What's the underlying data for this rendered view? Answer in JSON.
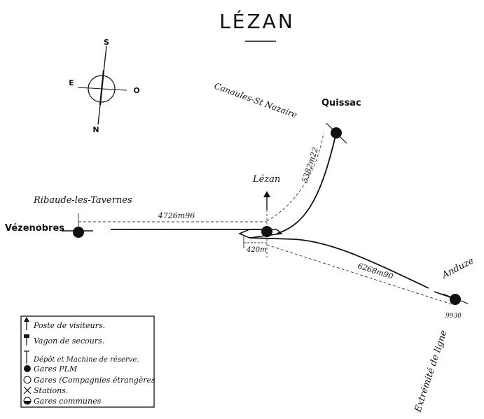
{
  "title": "LÉZAN",
  "compass": {
    "north": "N",
    "south": "S",
    "east": "E",
    "west": "O"
  },
  "places": {
    "vezenobres": "Vézenobres",
    "ribaute": "Ribaude-les-Tavernes",
    "lezan": "Lézan",
    "canaules": "Canaules-St Nazaire",
    "quissac": "Quissac",
    "anduze": "Anduze",
    "extremite": "Extrémité de ligne"
  },
  "distances": {
    "to_vezenobres": "4726m96",
    "to_quissac": "5382m22",
    "to_anduze": "6268m90",
    "local": "420m",
    "anduze_small": "9930"
  },
  "legend": [
    {
      "symbol": "poste",
      "label": "Poste de visiteurs."
    },
    {
      "symbol": "vagon",
      "label": "Vagon de secours."
    },
    {
      "symbol": "depot",
      "label": "Dépôt et Machine de réserve."
    },
    {
      "symbol": "gare-pim",
      "label": "Gares PLM"
    },
    {
      "symbol": "gare-etrangere",
      "label": "Gares (Compagnies étrangères"
    },
    {
      "symbol": "station",
      "label": "Stations."
    },
    {
      "symbol": "gare-commune",
      "label": "Gares communes"
    }
  ]
}
